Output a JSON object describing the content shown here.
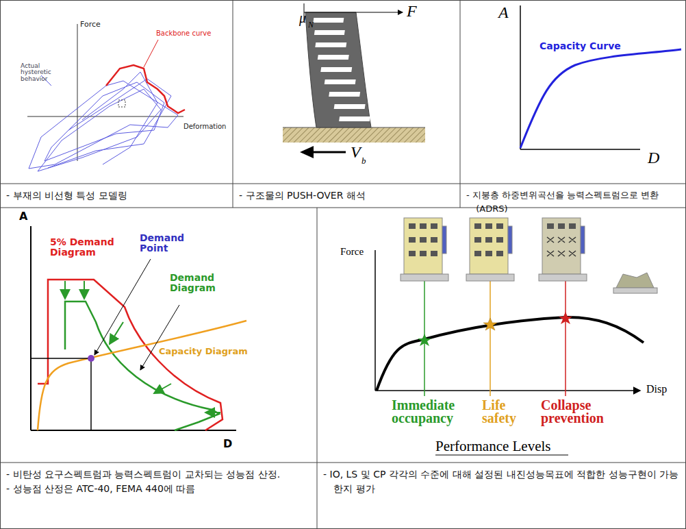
{
  "diagram": {
    "nodes": [
      {
        "text": [
          "- 부재의 비선형 특성 모델링"
        ]
      },
      {
        "text": [
          "- 구조물의 PUSH-OVER 해석"
        ]
      },
      {
        "text": [
          "- 지붕층 하중변위곡선을 능력스펙트럼으로 변환(ADRS)"
        ]
      },
      {
        "text": [
          "- 비탄성 요구스펙트럼과 능력스펙트럼이 교차되는 성능점 산정.",
          "- 성능점 산정은 ATC-40, FEMA 440에 따름"
        ]
      },
      {
        "text": [
          "- IO, LS 및 CP 각각의 수준에 대해 설정된 내진성능목표에 적합한 성능구현이 가능한지 평가"
        ]
      }
    ],
    "edges": [],
    "labels": [
      "Force",
      "Backbone curve",
      "Actual hysteretic behavior",
      "Deformation",
      "μ",
      "N",
      "F",
      "V",
      "b",
      "A",
      "Capacity Curve",
      "D",
      "A",
      "5% Demand Diagram",
      "Demand Point",
      "Demand Diagram",
      "Capacity Diagram",
      "D",
      "Force",
      "Disp",
      "Immediate occupancy",
      "Life safety",
      "Collapse prevention",
      "Performance Levels"
    ]
  }
}
